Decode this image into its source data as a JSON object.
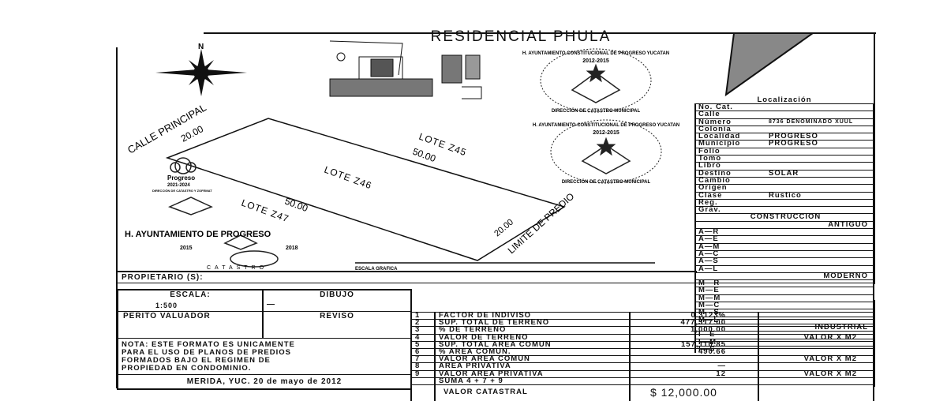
{
  "title": "RESIDENCIAL PHULA",
  "north_label": "N",
  "map": {
    "street": "CALLE PRINCIPAL",
    "street_width": "20.00",
    "lot_main": "LOTE Z46",
    "lot_north": "LOTE Z45",
    "lot_north_length": "50.00",
    "lot_south": "LOTE Z47",
    "lot_south_length": "50.00",
    "limit_label": "LIMITE DE PREDIO",
    "limit_width": "20.00",
    "scale_label": "ESCALA GRAFICA"
  },
  "stamps": {
    "ayto_1": "H. AYUNTAMIENTO CONSTITUCIONAL DE PROGRESO YUCATAN",
    "ayto_years": "2012-2015",
    "catastro": "DIRECCIÓN DE CATASTRO MUNICIPAL",
    "progreso": "Progreso",
    "progreso_years": "2021-2024",
    "progreso_dir": "DIRECCIÓN DE CATASTRO Y ZOFEMAT",
    "ayto_2": "H. AYUNTAMIENTO DE PROGRESO",
    "ayto_2_years_a": "2015",
    "ayto_2_years_b": "2018",
    "catastro_seal": "CATASTRO"
  },
  "localizacion": {
    "header": "Localización",
    "rows": [
      {
        "label": "No. Cat.",
        "value": ""
      },
      {
        "label": "Calle",
        "value": ""
      },
      {
        "label": "Número",
        "value": "8736 DENOMINADO XUUL"
      },
      {
        "label": "Colonia",
        "value": ""
      },
      {
        "label": "Localidad",
        "value": "PROGRESO"
      },
      {
        "label": "Municipio",
        "value": "PROGRESO"
      },
      {
        "label": "Folio",
        "value": ""
      },
      {
        "label": "Tomo",
        "value": ""
      },
      {
        "label": "Libro",
        "value": ""
      },
      {
        "label": "Destino",
        "value": "SOLAR"
      },
      {
        "label": "Cambio",
        "value": ""
      },
      {
        "label": "Origen",
        "value": ""
      },
      {
        "label": "Clase",
        "value": "Rustico"
      },
      {
        "label": "Reg.",
        "value": ""
      },
      {
        "label": "Grav.",
        "value": ""
      }
    ],
    "construccion": "CONSTRUCCIÓN",
    "antiguo": "ANTIGUO",
    "antiguo_rows": [
      "A—R",
      "A—E",
      "A—M",
      "A—C",
      "A—S",
      "A—L"
    ],
    "moderno": "MODERNO",
    "moderno_rows": [
      "M—R",
      "M—E",
      "M—M",
      "M—C",
      "M—S",
      "M—L"
    ],
    "industrial": "INDUSTRIAL",
    "industrial_rows": [
      "I—E",
      "I—M",
      "I—S"
    ]
  },
  "propietario_label": "PROPIETARIO (S):",
  "escala_label": "ESCALA:",
  "escala_value": "1:500",
  "dibujo_label": "DIBUJO",
  "dibujo_value": "—",
  "perito_label": "PERITO VALUADOR",
  "reviso_label": "REVISO",
  "nota": [
    "NOTA: ESTE FORMATO ES UNICAMENTE",
    "PARA EL USO DE PLANOS DE PREDIOS",
    "FORMADOS BAJO EL REGIMEN DE",
    "PROPIEDAD EN CONDOMINIO."
  ],
  "fecha": "MERIDA, YUC. 20 de mayo de 2012",
  "valores": [
    {
      "n": "1",
      "label": "FACTOR DE INDIVISO",
      "value": "0.3123%",
      "unit": ""
    },
    {
      "n": "2",
      "label": "SUP. TOTAL DE TERRENO",
      "value": "477,317.00",
      "unit": ""
    },
    {
      "n": "3",
      "label": "% DE TERRENO",
      "value": "1,000.00",
      "unit": ""
    },
    {
      "n": "4",
      "label": "VALOR DE TERRENO",
      "value": "",
      "unit": "VALOR X M2"
    },
    {
      "n": "5",
      "label": "SUP. TOTAL AREA COMUN",
      "value": "157,110.85",
      "unit": ""
    },
    {
      "n": "6",
      "label": "% AREA COMUN.",
      "value": "490.66",
      "unit": ""
    },
    {
      "n": "7",
      "label": "VALOR AREA COMUN",
      "value": "",
      "unit": "VALOR X M2"
    },
    {
      "n": "8",
      "label": "AREA PRIVATIVA",
      "value": "—",
      "unit": ""
    },
    {
      "n": "9",
      "label": "VALOR AREA PRIVATIVA",
      "value": "12",
      "unit": "VALOR X M2"
    },
    {
      "n": "",
      "label": "SUMA 4 + 7 + 9",
      "value": "",
      "unit": ""
    }
  ],
  "valor_catastral_label": "VALOR CATASTRAL",
  "valor_catastral_value": "$ 12,000.00"
}
